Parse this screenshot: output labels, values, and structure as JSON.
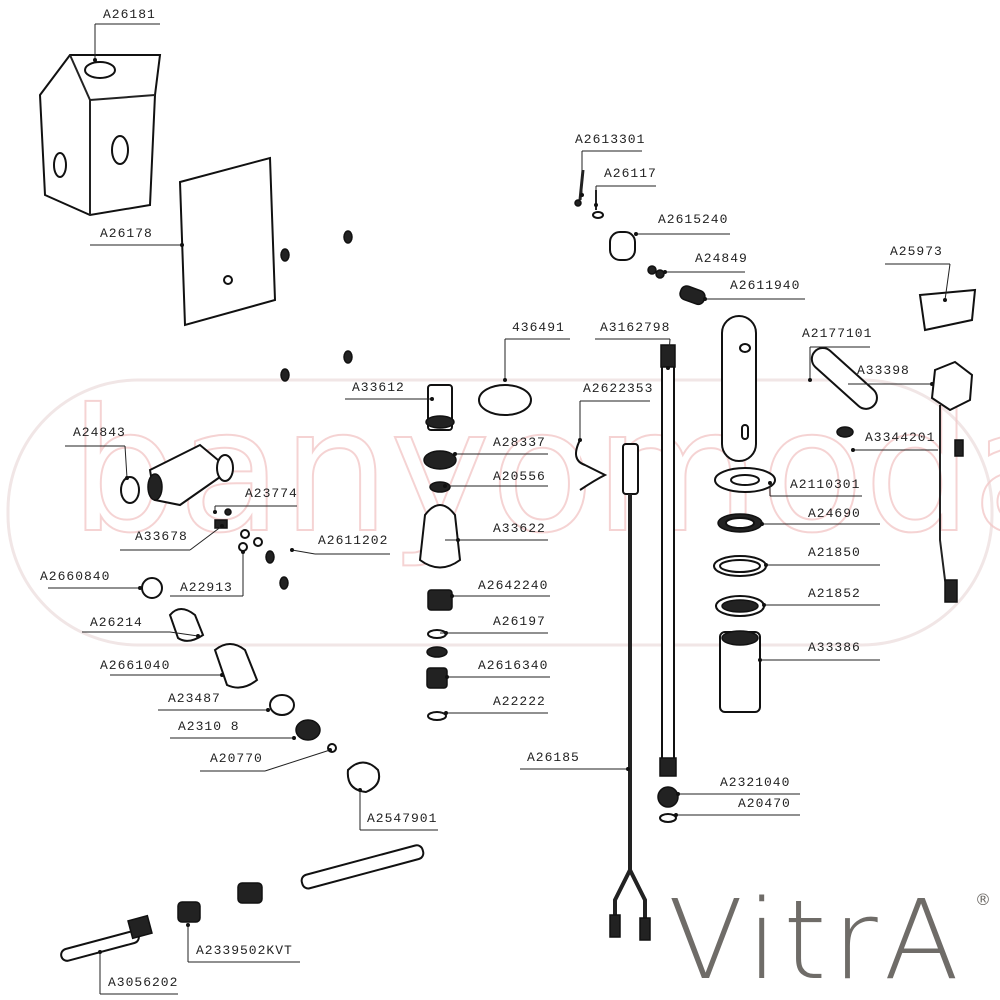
{
  "watermark": "banyomoda",
  "brand": {
    "name": "VitrA",
    "mark": "®",
    "color": "#6f6c68"
  },
  "part_labels": [
    "A26181",
    "A26178",
    "A33612",
    "436491",
    "A3162798",
    "A2622353",
    "A28337",
    "A20556",
    "A33622",
    "A2642240",
    "A26197",
    "A2616340",
    "A22222",
    "A26185",
    "A2613301",
    "A26117",
    "A2615240",
    "A24849",
    "A2611940",
    "A25973",
    "A2177101",
    "A33398",
    "A3344201",
    "A2110301",
    "A24690",
    "A21850",
    "A21852",
    "A33386",
    "A2321040",
    "A20470",
    "A24843",
    "A23774",
    "A33678",
    "A2611202",
    "A2660840",
    "A22913",
    "A26214",
    "A2661040",
    "A23487",
    "A2310 8",
    "A20770",
    "A2547901",
    "A2339502KVT",
    "A3056202"
  ]
}
